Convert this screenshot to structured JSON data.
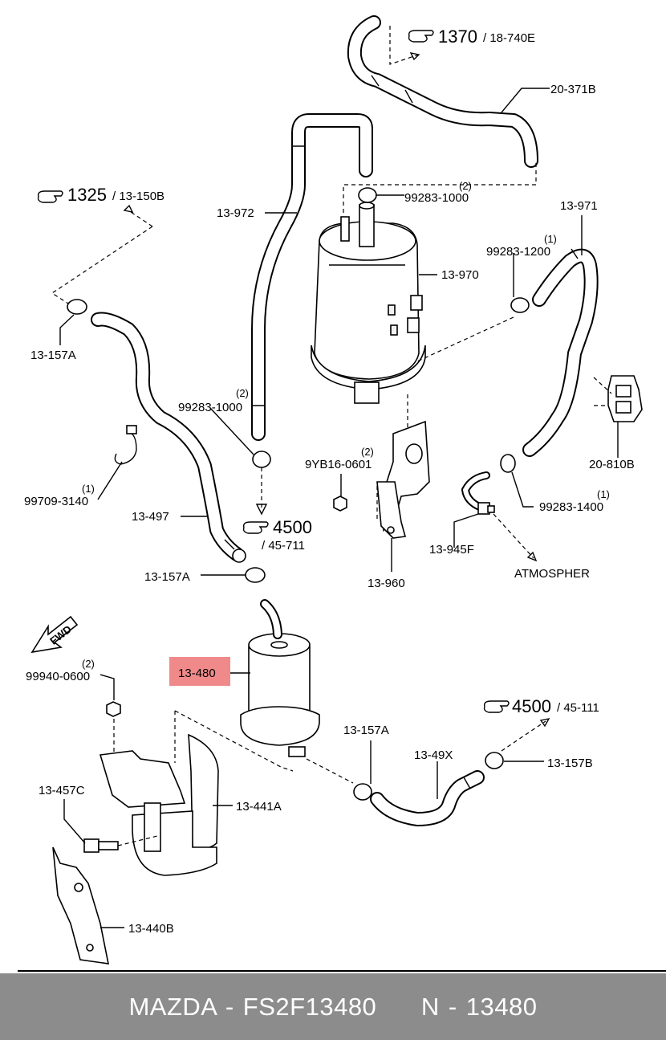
{
  "diagram": {
    "refs": {
      "ref1370": {
        "num": "1370",
        "sub": "/ 18-740E"
      },
      "ref1325": {
        "num": "1325",
        "sub": "/ 13-150B"
      },
      "ref4500a": {
        "num": "4500",
        "sub": "/ 45-711"
      },
      "ref4500b": {
        "num": "4500",
        "sub": "/ 45-111"
      }
    },
    "labels": {
      "p20_371B": "20-371B",
      "p13_972": "13-972",
      "p99283_1000_top": "99283-1000",
      "qty_top": "(2)",
      "p13_971": "13-971",
      "p99283_1200": "99283-1200",
      "qty_1200": "(1)",
      "p13_970": "13-970",
      "p13_157A_left": "13-157A",
      "p99283_1000_mid": "99283-1000",
      "qty_mid": "(2)",
      "p9YB16_0601": "9YB16-0601",
      "qty_9yb": "(2)",
      "p20_810B": "20-810B",
      "p99709_3140": "99709-3140",
      "qty_99709": "(1)",
      "p13_497": "13-497",
      "p99283_1400": "99283-1400",
      "qty_1400": "(1)",
      "p13_945F": "13-945F",
      "atmosphere": "ATMOSPHER",
      "p13_960": "13-960",
      "p13_157A_mid": "13-157A",
      "fwd": "FWD",
      "p13_480": "13-480",
      "p99940_0600": "99940-0600",
      "qty_99940": "(2)",
      "p13_157A_right": "13-157A",
      "p13_49X": "13-49X",
      "p13_157B": "13-157B",
      "p13_457C": "13-457C",
      "p13_441A": "13-441A",
      "p13_440B": "13-440B"
    },
    "highlight_color": "#f08a8a"
  },
  "footer": {
    "text": "MAZDA - FS2F13480     N - 13480"
  }
}
